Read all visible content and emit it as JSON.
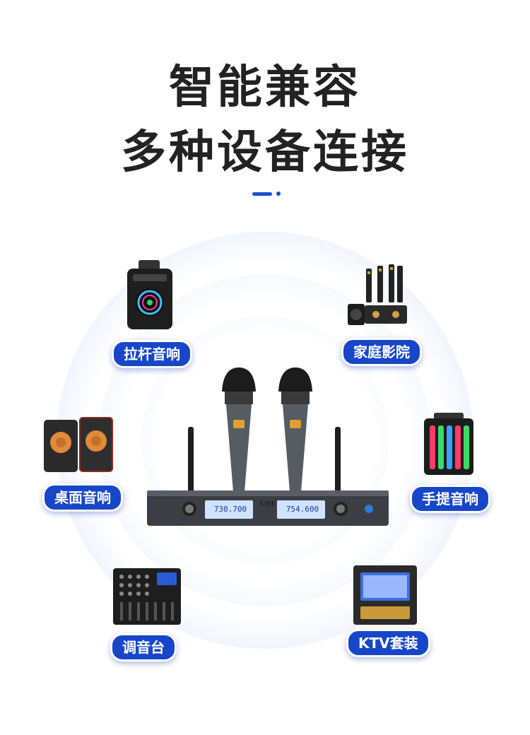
{
  "heading": {
    "line1": "智能兼容",
    "line2": "多种设备连接"
  },
  "devices": {
    "trolley_speaker": "拉杆音响",
    "home_theater": "家庭影院",
    "desktop_speaker": "桌面音响",
    "portable_speaker": "手提音响",
    "mixer": "调音台",
    "ktv_set": "KTV套装"
  },
  "receiver": {
    "brand_band": "UHF",
    "freq_a": "730.700",
    "freq_b": "754.600"
  },
  "colors": {
    "accent": "#1746c8",
    "ring": "#5a86f0",
    "title": "#222222"
  }
}
